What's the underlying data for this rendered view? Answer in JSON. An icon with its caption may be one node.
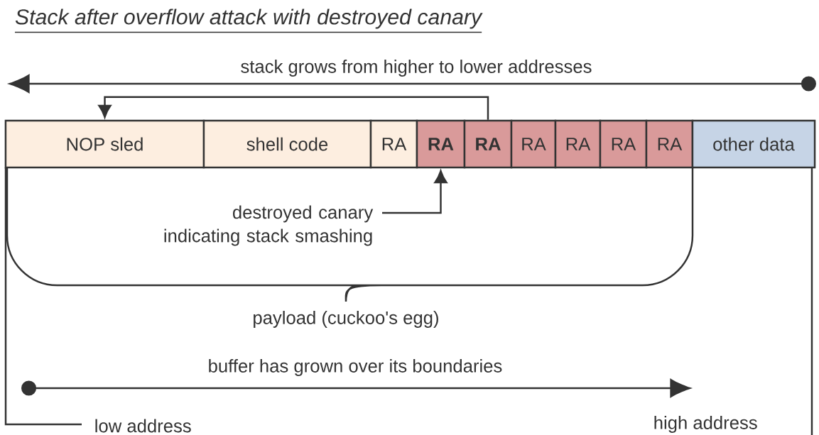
{
  "diagram": {
    "title": "Stack after overflow attack with destroyed canary",
    "nodes": [
      {
        "text": [
          "NOP sled"
        ]
      },
      {
        "text": [
          "shell code"
        ]
      },
      {
        "text": [
          "RA"
        ]
      },
      {
        "text": [
          "RA"
        ]
      },
      {
        "text": [
          "RA"
        ]
      },
      {
        "text": [
          "RA"
        ]
      },
      {
        "text": [
          "RA"
        ]
      },
      {
        "text": [
          "RA"
        ]
      },
      {
        "text": [
          "RA"
        ]
      },
      {
        "text": [
          "other data"
        ]
      },
      {
        "text": [
          "destroyed canary indicating stack smashing"
        ]
      }
    ],
    "edges": [
      {
        "from": 4,
        "to": 0,
        "arrow": "to"
      },
      {
        "from": 10,
        "to": 3,
        "arrow": "to"
      }
    ],
    "labels": [
      "stack grows from higher to lower addresses",
      "payload (cuckoo's egg)",
      "buffer has grown over its boundaries",
      "low address",
      "high address"
    ]
  }
}
